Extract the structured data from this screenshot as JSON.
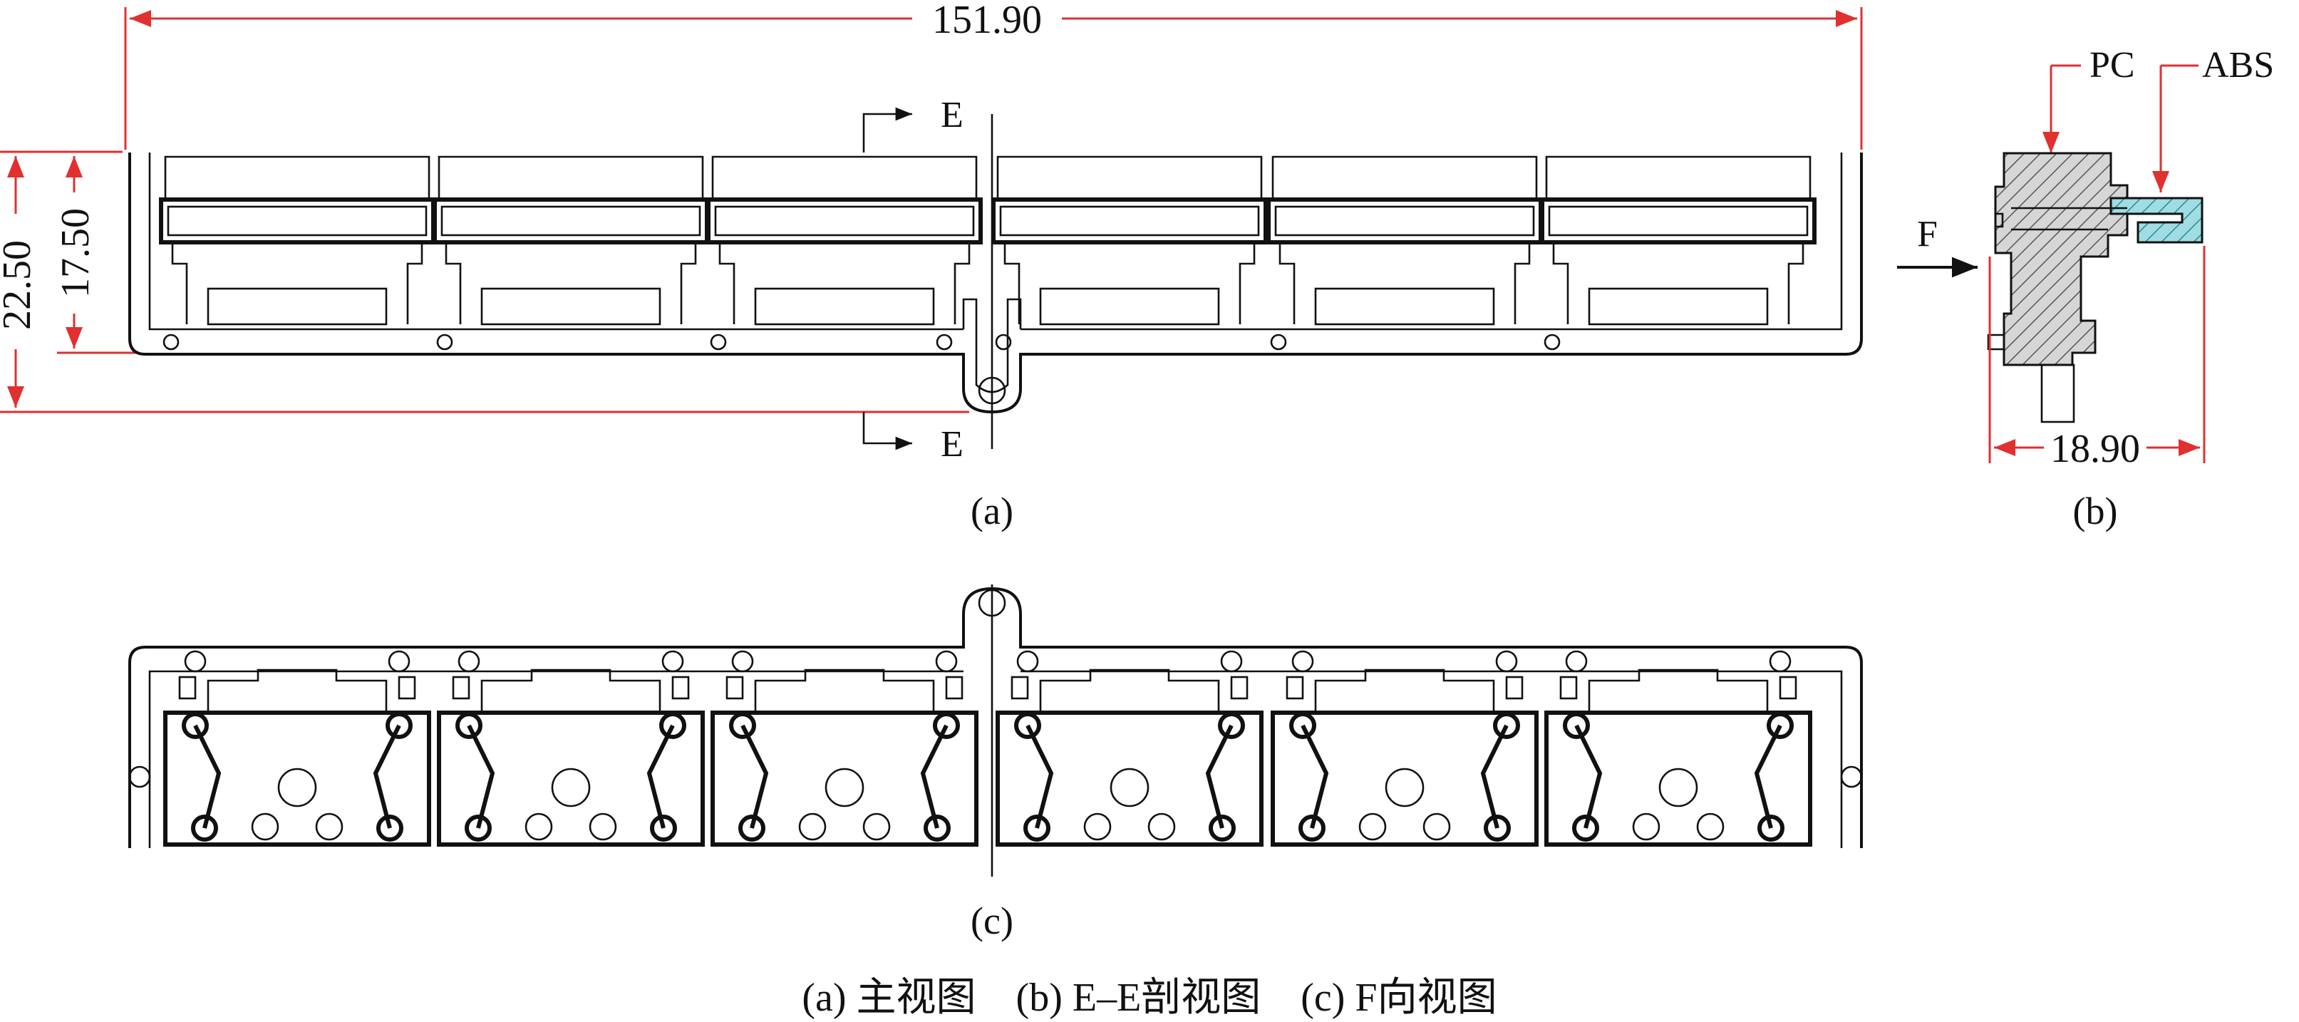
{
  "dimensions": {
    "overall_length": "151.90",
    "overall_height": "22.50",
    "body_height": "17.50",
    "section_width": "18.90"
  },
  "section_marks": {
    "top": "E",
    "bottom": "E"
  },
  "view_arrow": "F",
  "materials": {
    "left": "PC",
    "right": "ABS"
  },
  "view_labels": {
    "a": "(a)",
    "b": "(b)",
    "c": "(c)"
  },
  "caption": "(a) 主视图　(b) E–E剖视图　(c) F向视图",
  "colors": {
    "dimension": "#e03030",
    "abs_fill": "#7fd0d6",
    "pc_fill": "#c8c8c8"
  }
}
